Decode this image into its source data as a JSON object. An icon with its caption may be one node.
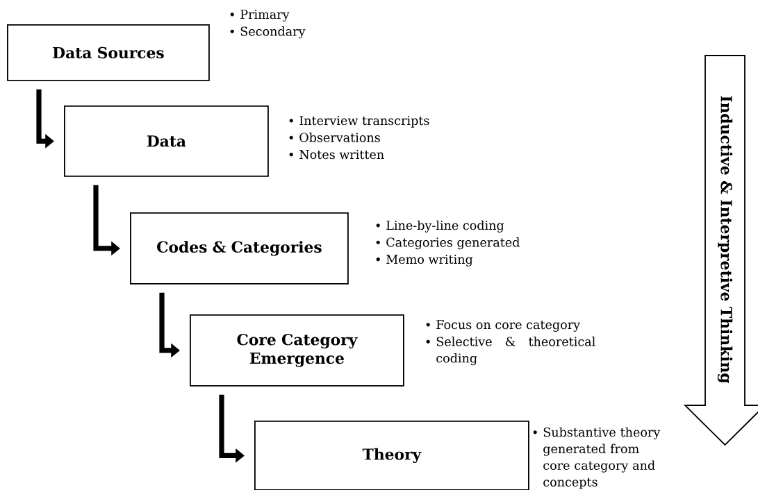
{
  "diagram": {
    "nodes": [
      {
        "text": [
          "Data Sources"
        ],
        "beside": [
          "Primary",
          "Secondary"
        ]
      },
      {
        "text": [
          "Data"
        ],
        "beside": [
          "Interview transcripts",
          "Observations",
          "Notes written"
        ]
      },
      {
        "text": [
          "Codes & Categories"
        ],
        "beside": [
          "Line-by-line coding",
          "Categories generated",
          "Memo writing"
        ]
      },
      {
        "text": [
          "Core Category Emergence"
        ],
        "beside": [
          "Focus on core category",
          "Selective & theoretical coding"
        ]
      },
      {
        "text": [
          "Theory"
        ],
        "beside": [
          "Substantive theory generated from core category and concepts"
        ]
      },
      {
        "text": [
          "Inductive & Interpretive Thinking"
        ]
      }
    ],
    "edges": [
      {
        "from": 0,
        "to": 1,
        "arrow": "to"
      },
      {
        "from": 1,
        "to": 2,
        "arrow": "to"
      },
      {
        "from": 2,
        "to": 3,
        "arrow": "to"
      },
      {
        "from": 3,
        "to": 4,
        "arrow": "to"
      }
    ]
  }
}
